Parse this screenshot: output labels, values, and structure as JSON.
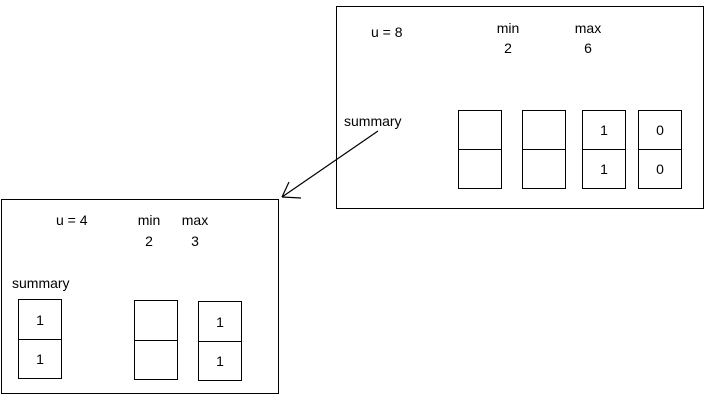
{
  "upper": {
    "u_label": "u = 8",
    "min_label": "min",
    "min_value": "2",
    "max_label": "max",
    "max_value": "6",
    "summary_label": "summary",
    "clusters": [
      {
        "top": "",
        "bottom": ""
      },
      {
        "top": "",
        "bottom": ""
      },
      {
        "top": "1",
        "bottom": "1"
      },
      {
        "top": "0",
        "bottom": "0"
      }
    ]
  },
  "lower": {
    "u_label": "u = 4",
    "min_label": "min",
    "min_value": "2",
    "max_label": "max",
    "max_value": "3",
    "summary_label": "summary",
    "summary_cell": {
      "top": "1",
      "bottom": "1"
    },
    "clusters": [
      {
        "top": "",
        "bottom": ""
      },
      {
        "top": "1",
        "bottom": "1"
      }
    ]
  }
}
